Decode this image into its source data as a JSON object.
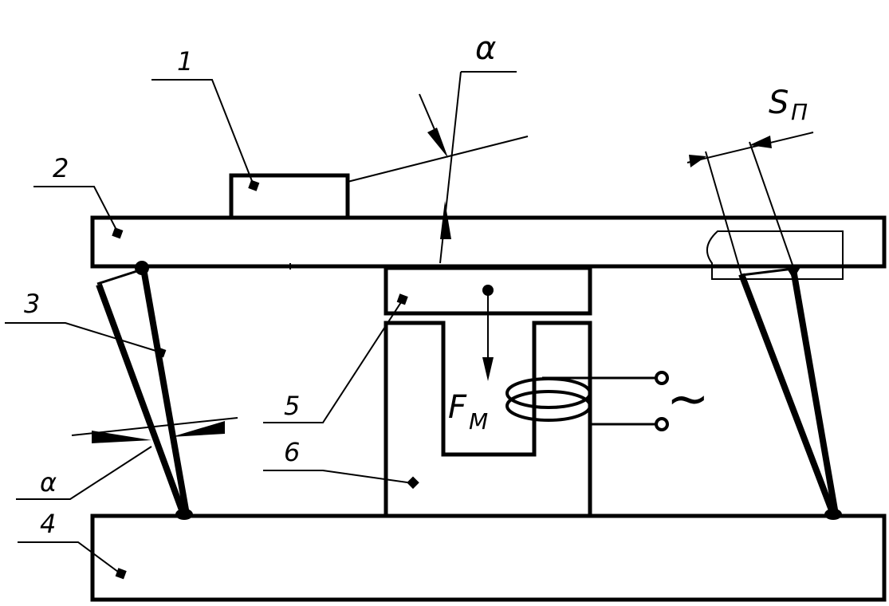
{
  "labels": {
    "part_1": "1",
    "part_2": "2",
    "part_3": "3",
    "part_4": "4",
    "part_5": "5",
    "part_6": "6",
    "angle_top": "α",
    "angle_left": "α",
    "gap_symbol": "S",
    "gap_subscript": "П",
    "force_symbol": "F",
    "force_subscript": "M",
    "ac_source": "~"
  },
  "colors": {
    "ink": "#000000",
    "background": "#ffffff"
  }
}
